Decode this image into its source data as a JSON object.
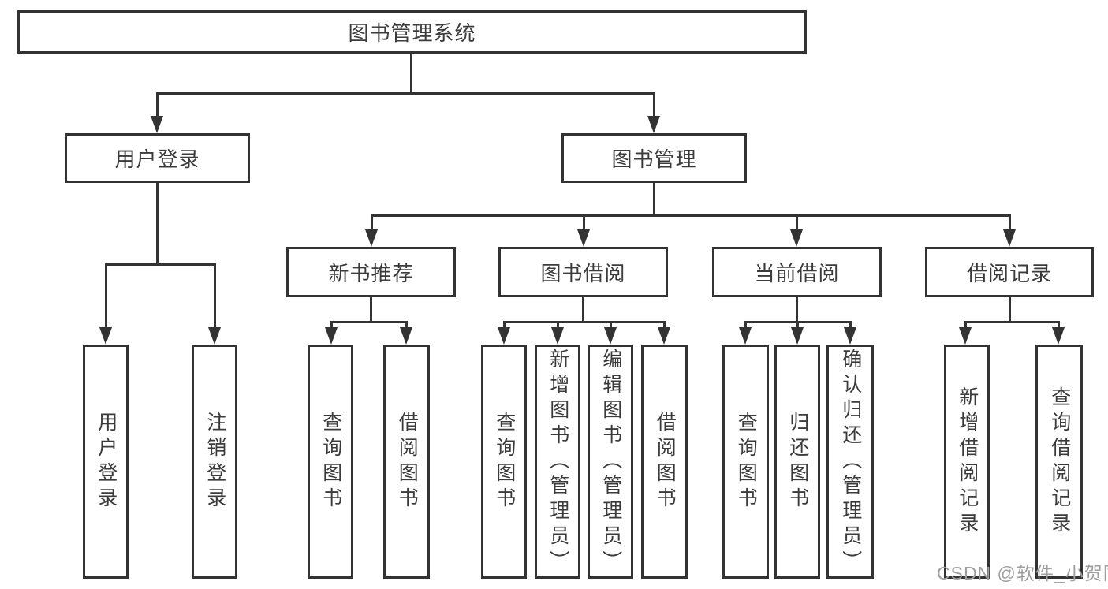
{
  "nodes": {
    "root": "图书管理系统",
    "level2": [
      "用户登录",
      "图书管理"
    ],
    "level3": [
      "新书推荐",
      "图书借阅",
      "当前借阅",
      "借阅记录"
    ],
    "leaves_user_login": [
      "用户登录",
      "注销登录"
    ],
    "leaves_new_book": [
      "查询图书",
      "借阅图书"
    ],
    "leaves_book_borrow": [
      "查询图书",
      "新增图书（管理员）",
      "编辑图书（管理员）",
      "借阅图书"
    ],
    "leaves_current_borrow": [
      "查询图书",
      "归还图书",
      "确认归还（管理员）"
    ],
    "leaves_borrow_record": [
      "新增借阅记录",
      "查询借阅记录"
    ]
  },
  "watermark": "CSDN @软件_小贺同学",
  "colors": {
    "line": "#333333",
    "text": "#3b3b3b",
    "background": "#ffffff",
    "watermark": "#9f9f9f"
  }
}
